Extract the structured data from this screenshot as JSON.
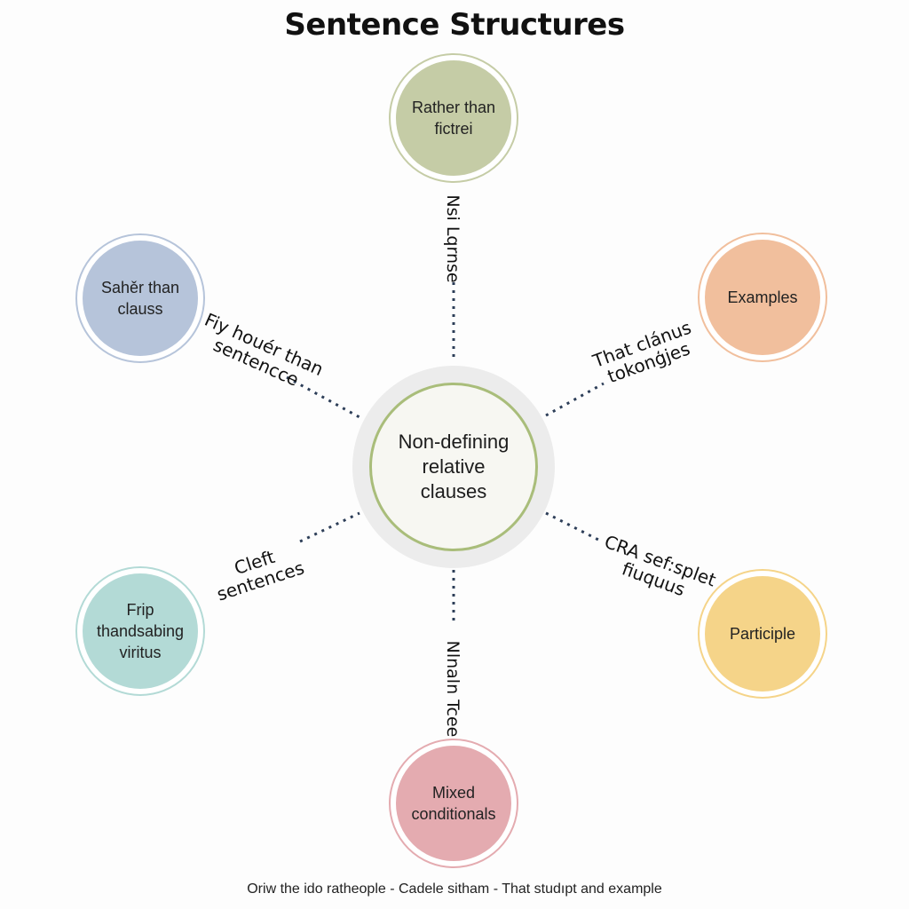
{
  "title": "Sentence Structures",
  "center": {
    "label": "Non-defining relative clauses"
  },
  "nodes": {
    "top": {
      "label": "Rather than fictrei",
      "color": "#c5cca6"
    },
    "upper_left": {
      "label": "Sahěr than clauss",
      "color": "#b6c4da"
    },
    "upper_right": {
      "label": "Examples",
      "color": "#f1bf9d"
    },
    "lower_left": {
      "label": "Frip thandsabing viritus",
      "color": "#b3dad6"
    },
    "lower_right": {
      "label": "Participle",
      "color": "#f5d489"
    },
    "bottom": {
      "label": "Mixed conditionals",
      "color": "#e4abb0"
    }
  },
  "connectors": {
    "top": "Nsi Lqrnse",
    "upper_left": "Fiy houér than sentencce",
    "upper_right": "That clánus tokonģjes",
    "lower_left": "Cleft sentences",
    "lower_right": "CRA sef:splet fiuquus",
    "bottom": "Nlnaln Tcee"
  },
  "footer": "Oriw the ido ratheople - Cadele sitham - That studıpt and example"
}
